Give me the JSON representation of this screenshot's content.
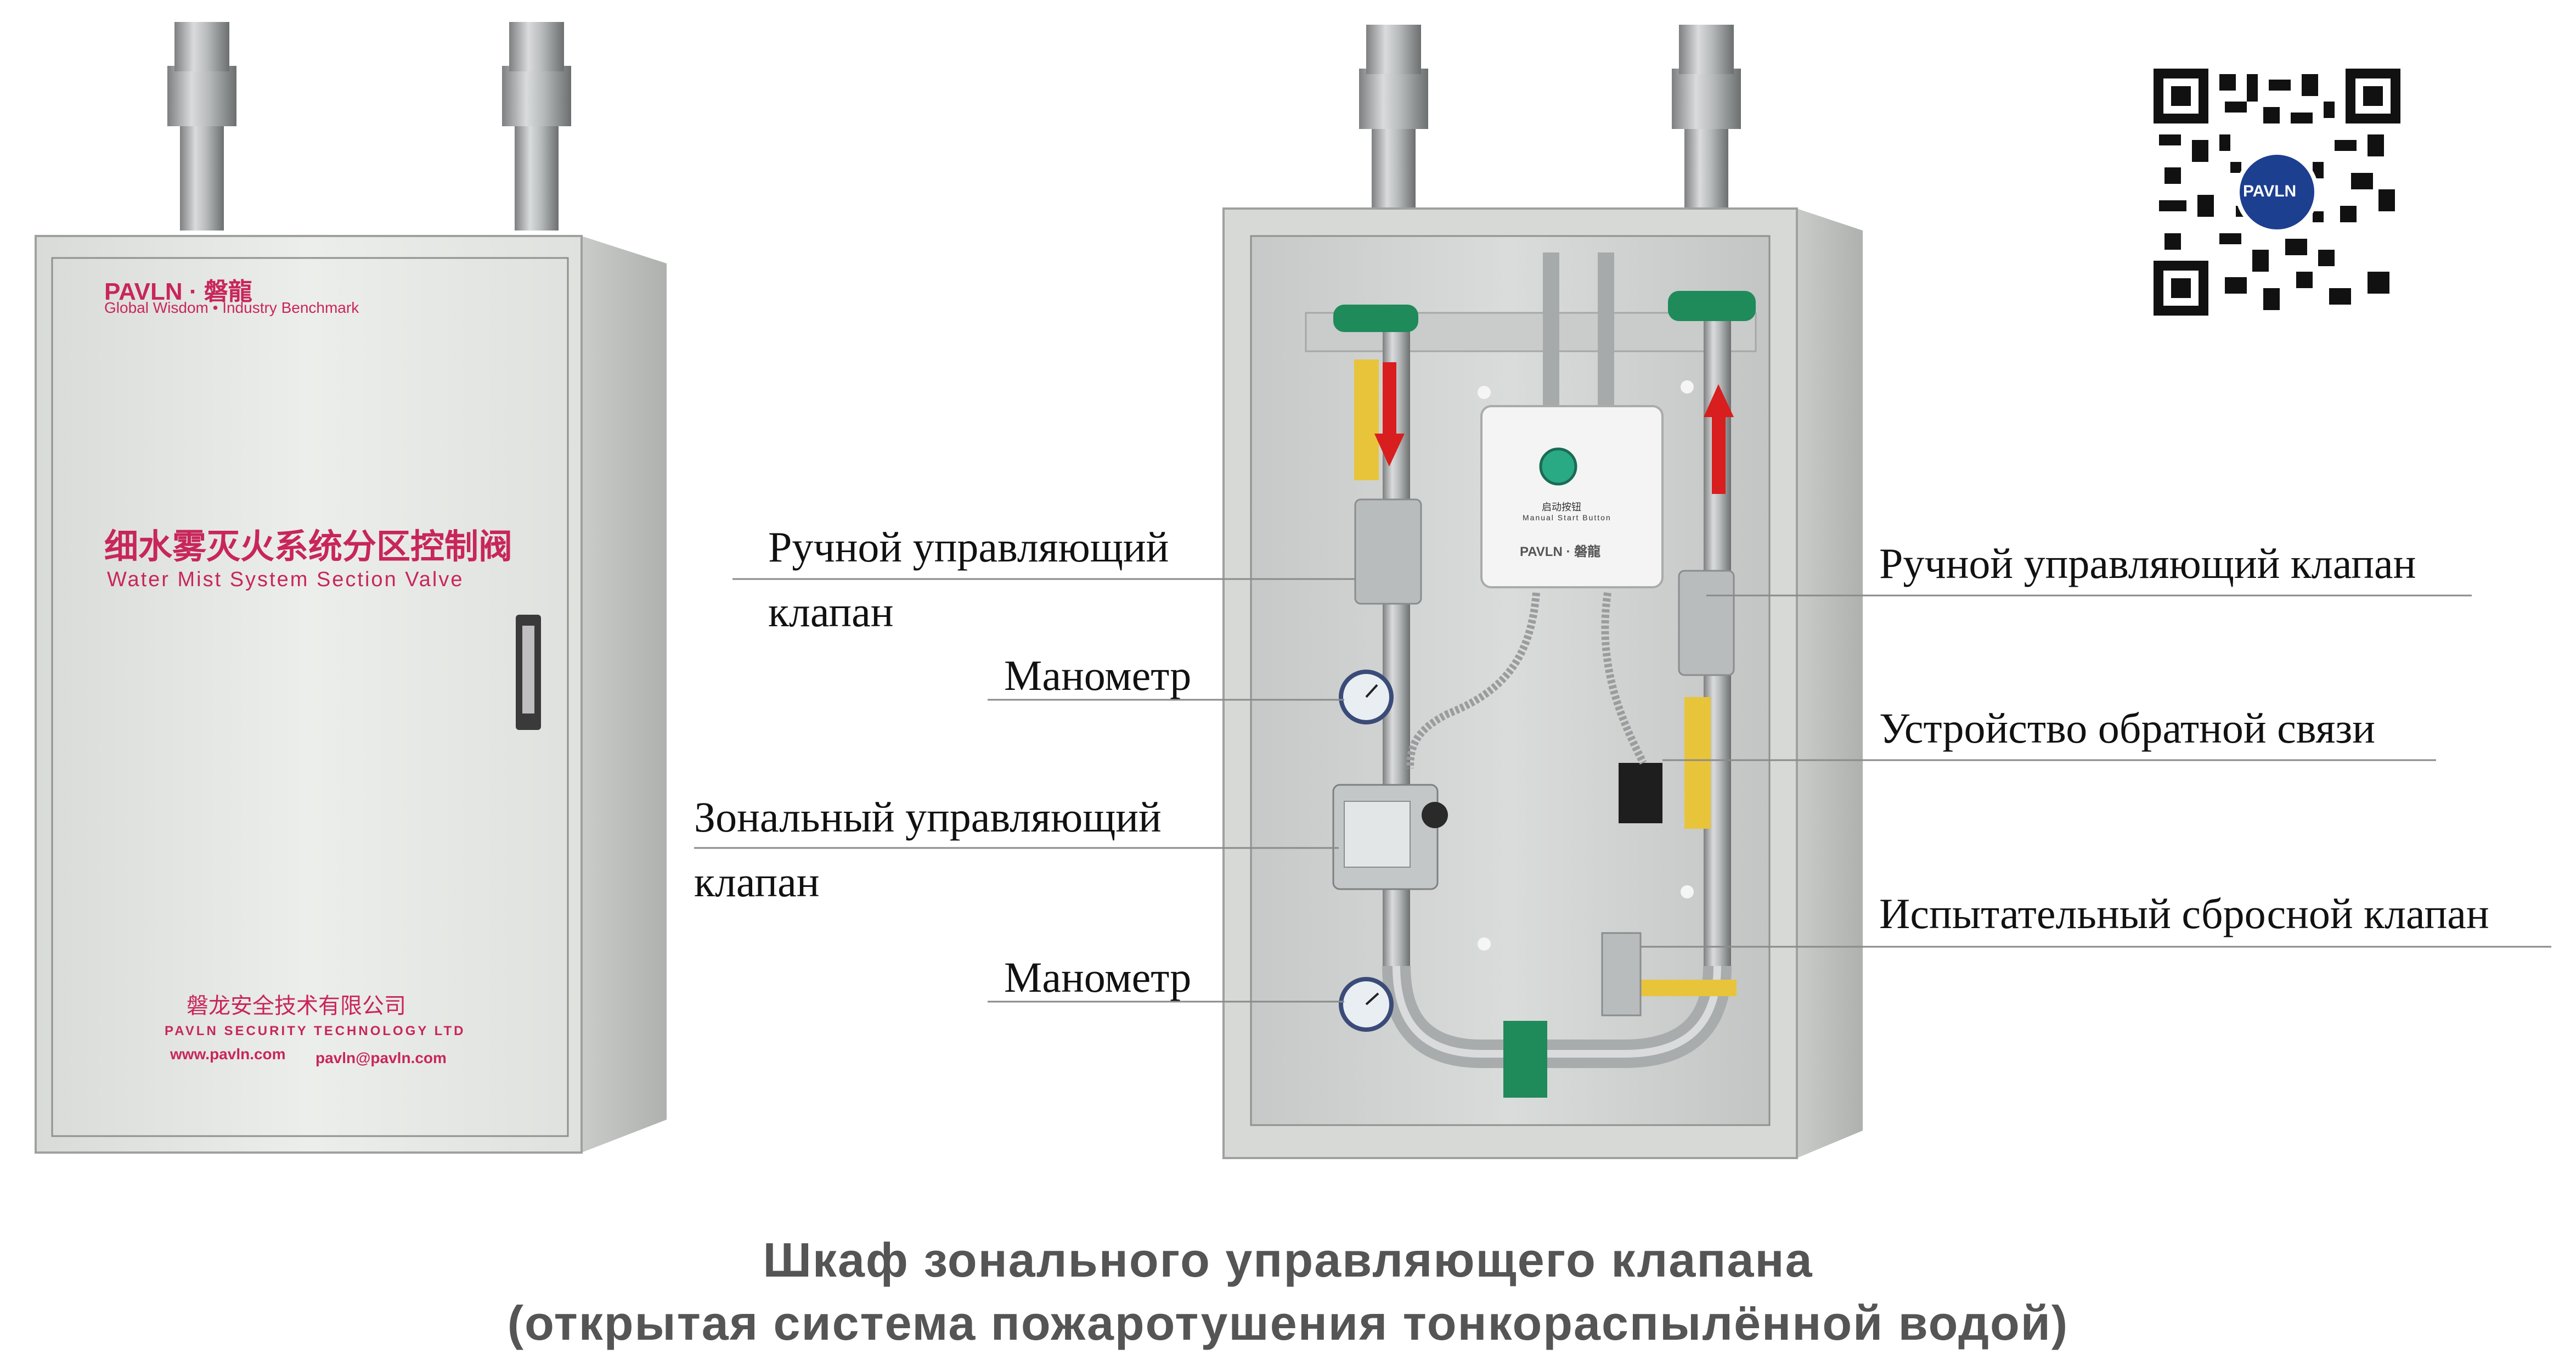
{
  "front_cabinet": {
    "brand": "PAVLN · 磐龍",
    "slogan": "Global Wisdom • Industry Benchmark",
    "title_cn": "细水雾灭火系统分区控制阀",
    "title_en": "Water Mist System Section Valve",
    "company_cn": "磐龙安全技术有限公司",
    "company_en": "PAVLN SECURITY TECHNOLOGY LTD",
    "website": "www.pavln.com",
    "email": "pavln@pavln.com"
  },
  "open_cabinet": {
    "button_box_cn": "启动按钮",
    "button_box_en": "Manual Start Button",
    "button_box_brand": "PAVLN · 磐龍"
  },
  "labels": {
    "manual_valve_left_line1": "Ручной управляющий",
    "manual_valve_left_line2": "клапан",
    "manometer_top": "Манометр",
    "zone_valve_line1": "Зональный управляющий",
    "zone_valve_line2": "клапан",
    "manometer_bottom": "Манометр",
    "manual_valve_right": "Ручной управляющий клапан",
    "feedback_device": "Устройство обратной связи",
    "test_drain_valve": "Испытательный сбросной клапан"
  },
  "qr": {
    "logo_text": "PAVLN"
  },
  "caption": {
    "line1": "Шкаф зонального управляющего клапана",
    "line2": "(открытая система пожаротушения тонкораспылённой водой)"
  },
  "colors": {
    "brand": "#c8265a",
    "cabinet": "#e4e6e3",
    "valve_handle": "#1f8a5a",
    "lever_yellow": "#e8c43a",
    "arrow_red": "#d81e1e",
    "caption": "#555555"
  }
}
